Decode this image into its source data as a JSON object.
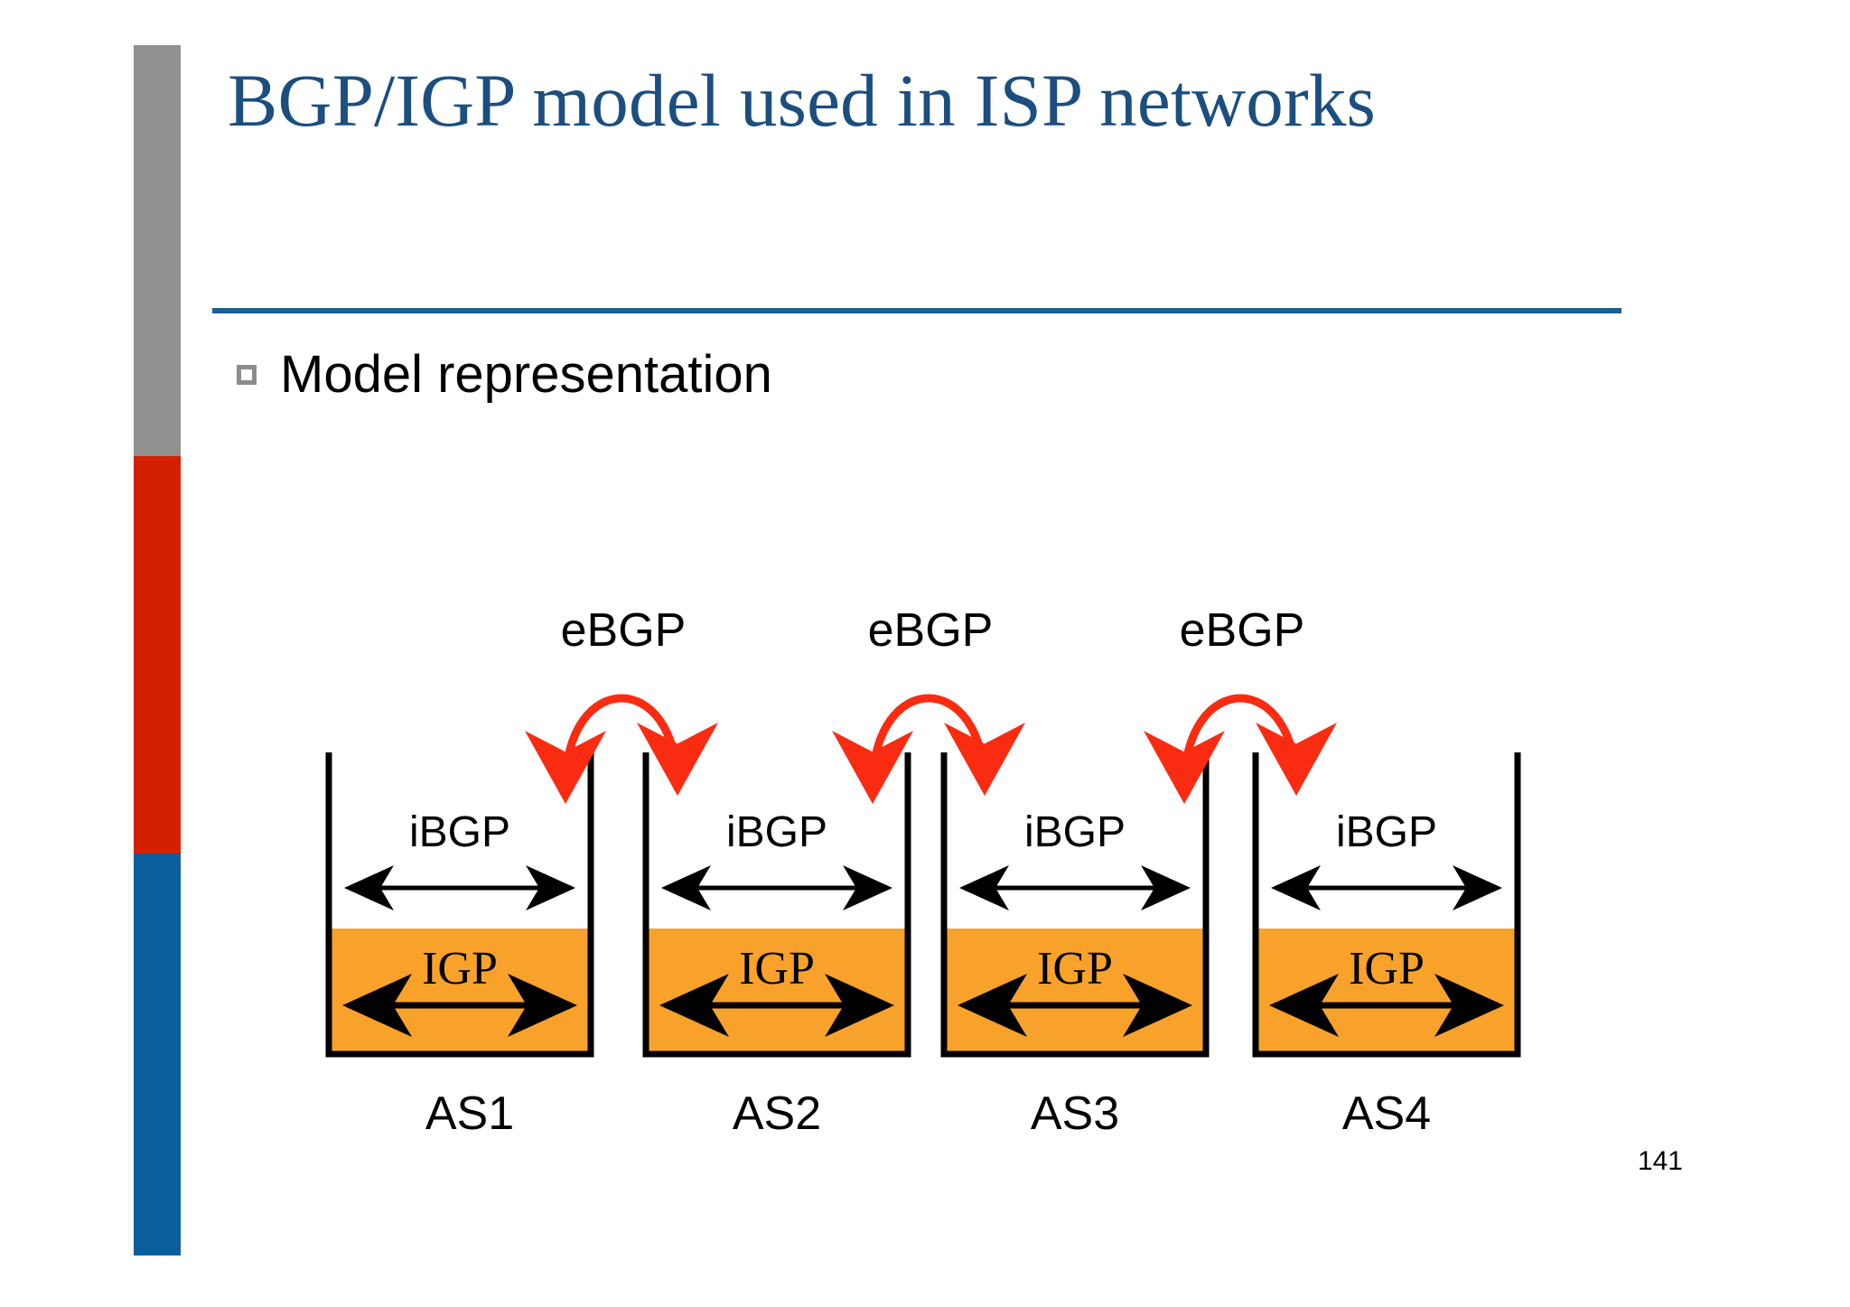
{
  "slide": {
    "title": "BGP/IGP model used in ISP networks",
    "page_number": "141",
    "accent_colors": {
      "title_blue": "#1C4E80",
      "rule_blue": "#1C5E92",
      "band_gray": "#919191",
      "band_red": "#D42000",
      "band_blue": "#0B5E9E",
      "igp_orange": "#F9A22B",
      "ebgp_red": "#F92C12",
      "line_black": "#000000"
    }
  },
  "bullets": [
    {
      "marker": "hollow-square",
      "text": "Model representation"
    }
  ],
  "diagram": {
    "ebgp_links": [
      {
        "label": "eBGP"
      },
      {
        "label": "eBGP"
      },
      {
        "label": "eBGP"
      }
    ],
    "autonomous_systems": [
      {
        "name": "AS1",
        "bgp_label": "iBGP",
        "igp_label": "IGP"
      },
      {
        "name": "AS2",
        "bgp_label": "iBGP",
        "igp_label": "IGP"
      },
      {
        "name": "AS3",
        "bgp_label": "iBGP",
        "igp_label": "IGP"
      },
      {
        "name": "AS4",
        "bgp_label": "iBGP",
        "igp_label": "IGP"
      }
    ]
  }
}
